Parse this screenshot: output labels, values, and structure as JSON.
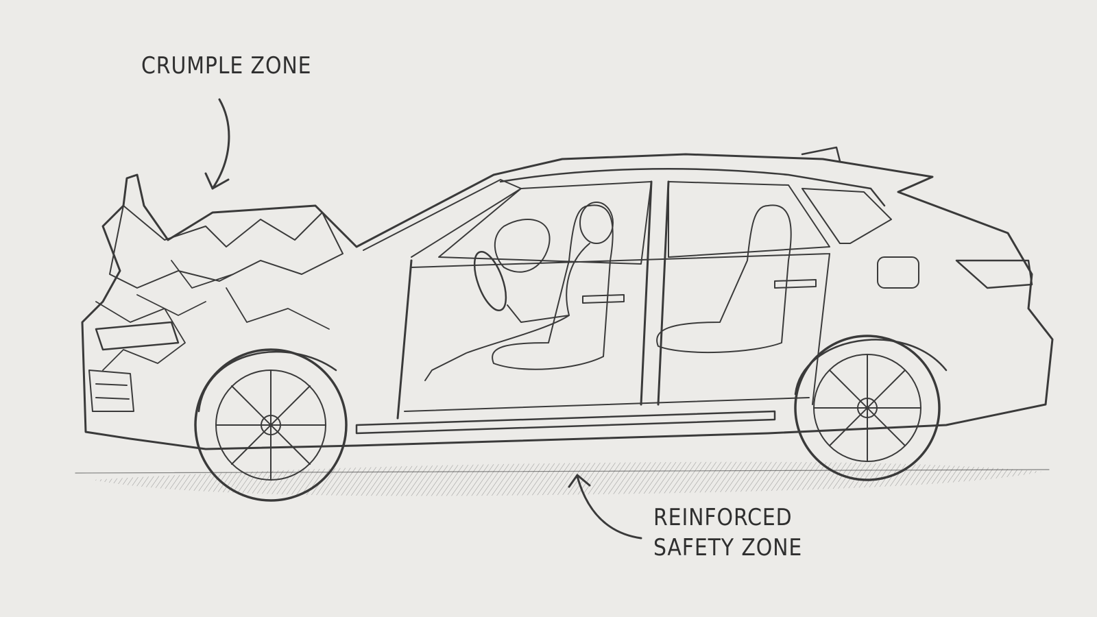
{
  "labels": {
    "crumple_zone": "CRUMPLE ZONE",
    "safety_zone_line1": "REINFORCED",
    "safety_zone_line2": "SAFETY ZONE"
  },
  "colors": {
    "paper": "#ecebe8",
    "pencil": "#3a3a3a"
  }
}
